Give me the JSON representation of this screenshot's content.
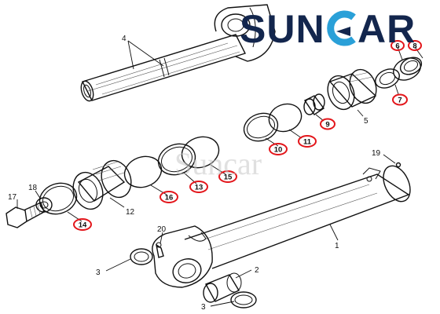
{
  "logo": {
    "prefix": "SUN",
    "suffix": "AR",
    "color": "#13264d",
    "accent": "#2aa0d8"
  },
  "watermark": "Suncar",
  "labels": {
    "l1": "1",
    "l2": "2",
    "l3a": "3",
    "l3b": "3",
    "l4": "4",
    "l5": "5",
    "l12": "12",
    "l17": "17",
    "l18": "18",
    "l19": "19",
    "l20": "20"
  },
  "circled": {
    "c6": "6",
    "c8": "8",
    "c7": "7",
    "c9": "9",
    "c10": "10",
    "c11": "11",
    "c13": "13",
    "c14": "14",
    "c15": "15",
    "c16": "16"
  },
  "colors": {
    "line": "#111111",
    "highlight": "#e3161b"
  }
}
